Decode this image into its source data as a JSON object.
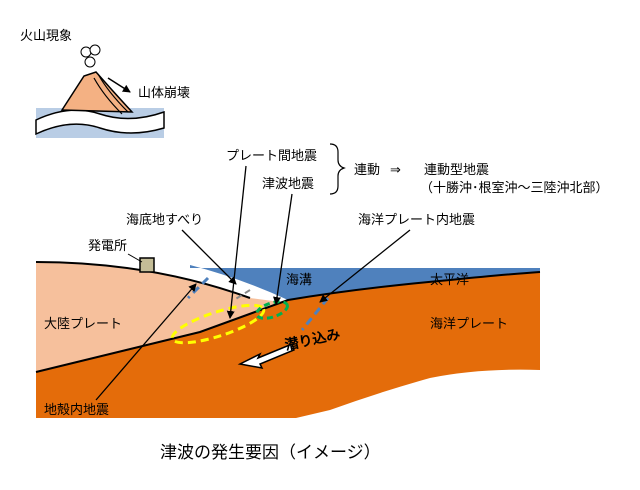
{
  "volcano": {
    "title": "火山現象",
    "collapse_label": "山体崩壊"
  },
  "earthquakes": {
    "interplate": "プレート間地震",
    "tsunami_eq": "津波地震",
    "linked": "連動",
    "arrow": "⇒",
    "linked_type": "連動型地震",
    "linked_region": "（十勝沖･根室沖～三陸沖北部）",
    "seafloor_slide": "海底地すべり",
    "oceanic_intraplate": "海洋プレート内地震",
    "crustal": "地殻内地震"
  },
  "cross_section": {
    "power_plant": "発電所",
    "trench": "海溝",
    "pacific": "太平洋",
    "continental_plate": "大陸プレート",
    "oceanic_plate": "海洋プレート",
    "subduction": "潜り込み"
  },
  "caption": "津波の発生要因（イメージ）",
  "colors": {
    "continental": "#f6c09c",
    "oceanic": "#e46c0a",
    "sea": "#4f81bd",
    "small_sea": "#b9cde5",
    "volcano": "#f4b183",
    "yellow_dash": "#ffff00",
    "green_dash": "#00b050",
    "crustal_dash": "#4f81bd"
  }
}
